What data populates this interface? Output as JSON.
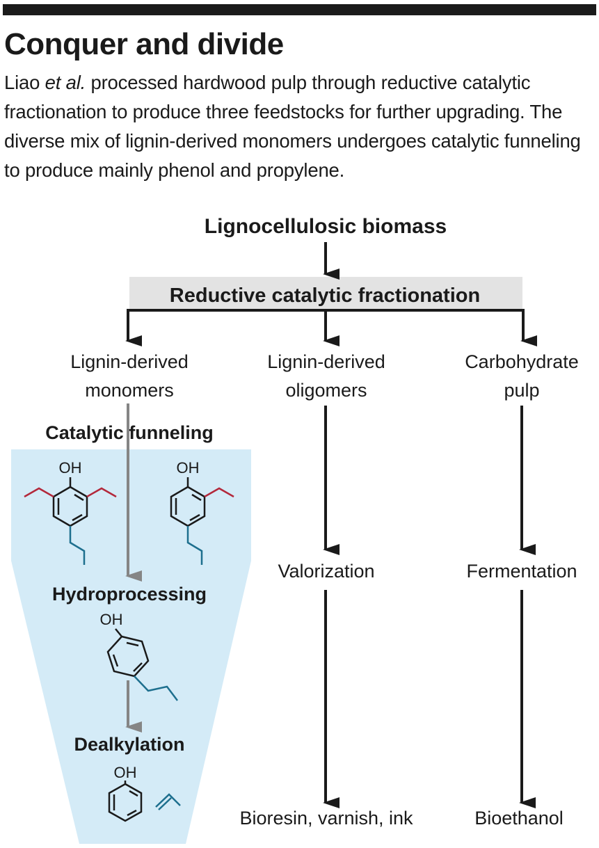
{
  "header": {
    "title": "Conquer and divide",
    "caption_before_em": "Liao ",
    "caption_em": "et al.",
    "caption_after_em": " processed hardwood pulp through reductive catalytic fractionation to produce three feedstocks for further upgrading. The diverse mix of lignin-derived monomers undergoes catalytic funneling to produce mainly phenol and propylene."
  },
  "diagram": {
    "source": "Lignocellulosic biomass",
    "process": "Reductive catalytic fractionation",
    "branches": [
      {
        "line1": "Lignin-derived",
        "line2": "monomers"
      },
      {
        "line1": "Lignin-derived",
        "line2": "oligomers",
        "step": "Valorization",
        "product": "Bioresin, varnish, ink"
      },
      {
        "line1": "Carbohydrate",
        "line2": "pulp",
        "step": "Fermentation",
        "product": "Bioethanol"
      }
    ],
    "funnel": {
      "title": "Catalytic funneling",
      "steps": [
        "Hydroprocessing",
        "Dealkylation"
      ]
    },
    "molecules": {
      "hydroxyl_label": "OH"
    }
  },
  "colors": {
    "funnel_fill": "#d4ebf7",
    "process_box": "#e3e3e3",
    "gray_arrow": "#858585",
    "methoxy_red": "#b3283b",
    "alkyl_teal": "#1d6f8e",
    "ink": "#1a1a1a"
  }
}
